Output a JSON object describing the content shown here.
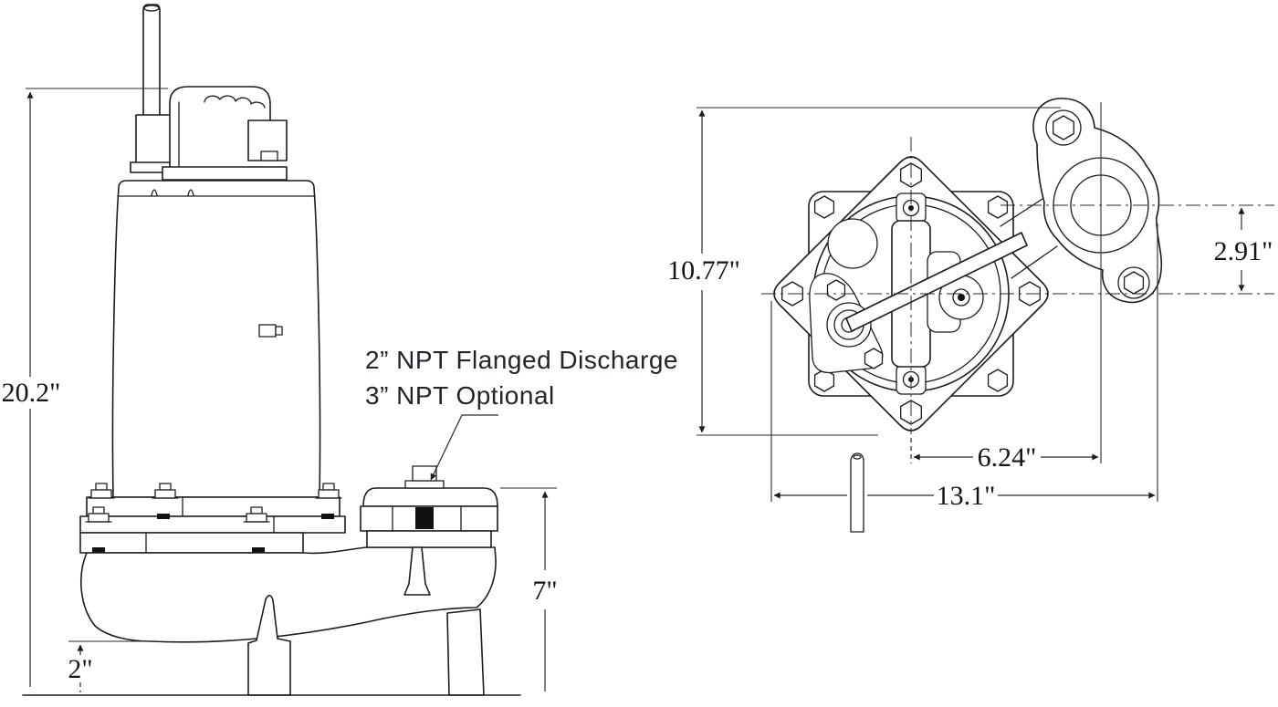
{
  "diagram": {
    "type": "technical-dimension-drawing",
    "subject": "submersible sewage pump, side elevation and plan view",
    "colors": {
      "background": "#ffffff",
      "line": "#1c1c1c",
      "label_text": "#20262e"
    },
    "side_view": {
      "dims": {
        "overall_height": "20.2\"",
        "discharge_height": "7\"",
        "clearance": "2\""
      },
      "callout": {
        "line1": "2” NPT Flanged Discharge",
        "line2": "3” NPT Optional"
      }
    },
    "top_view": {
      "dims": {
        "overall_height": "10.77\"",
        "discharge_offset_v": "2.91\"",
        "discharge_offset_h": "6.24\"",
        "overall_width": "13.1\""
      }
    }
  }
}
